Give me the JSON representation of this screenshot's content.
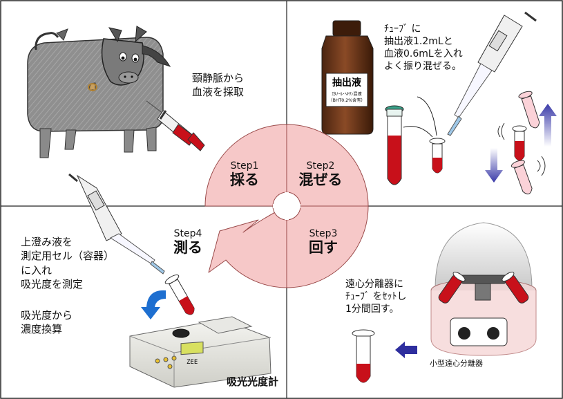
{
  "quadrants": {
    "collect": {
      "text": "頸静脈から\n血液を採取"
    },
    "mix": {
      "text": "ﾁｭｰﾌﾞ に\n抽出液1.2mLと\n血液0.6mLを入れ\nよく振り混ぜる。"
    },
    "measure": {
      "text": "上澄み液を\n測定用セル（容器）\nに入れ\n吸光度を測定",
      "text2": "吸光度から\n濃度換算"
    },
    "spin": {
      "text": "遠心分離器に\nﾁｭｰﾌﾞ をｾｯﾄし\n1分間回す。"
    }
  },
  "bottle": {
    "title": "抽出液",
    "line1": "ｴﾀﾉｰﾙ･ﾍｷｻﾝ混液",
    "line2": "（BHT0.2%含有）"
  },
  "steps": [
    {
      "num": "Step1",
      "verb": "採る"
    },
    {
      "num": "Step2",
      "verb": "混ぜる"
    },
    {
      "num": "Step3",
      "verb": "回す"
    },
    {
      "num": "Step4",
      "verb": "測る"
    }
  ],
  "labels": {
    "spectrophotometer": "吸光光度計",
    "centrifuge": "小型遠心分離器",
    "display": "ZEE"
  },
  "colors": {
    "pinwheel": "#f6c8c8",
    "pinwheel_edge": "#9a4a4a",
    "blood": "#c8101a",
    "arrow_blue": "#2e2e9e"
  }
}
